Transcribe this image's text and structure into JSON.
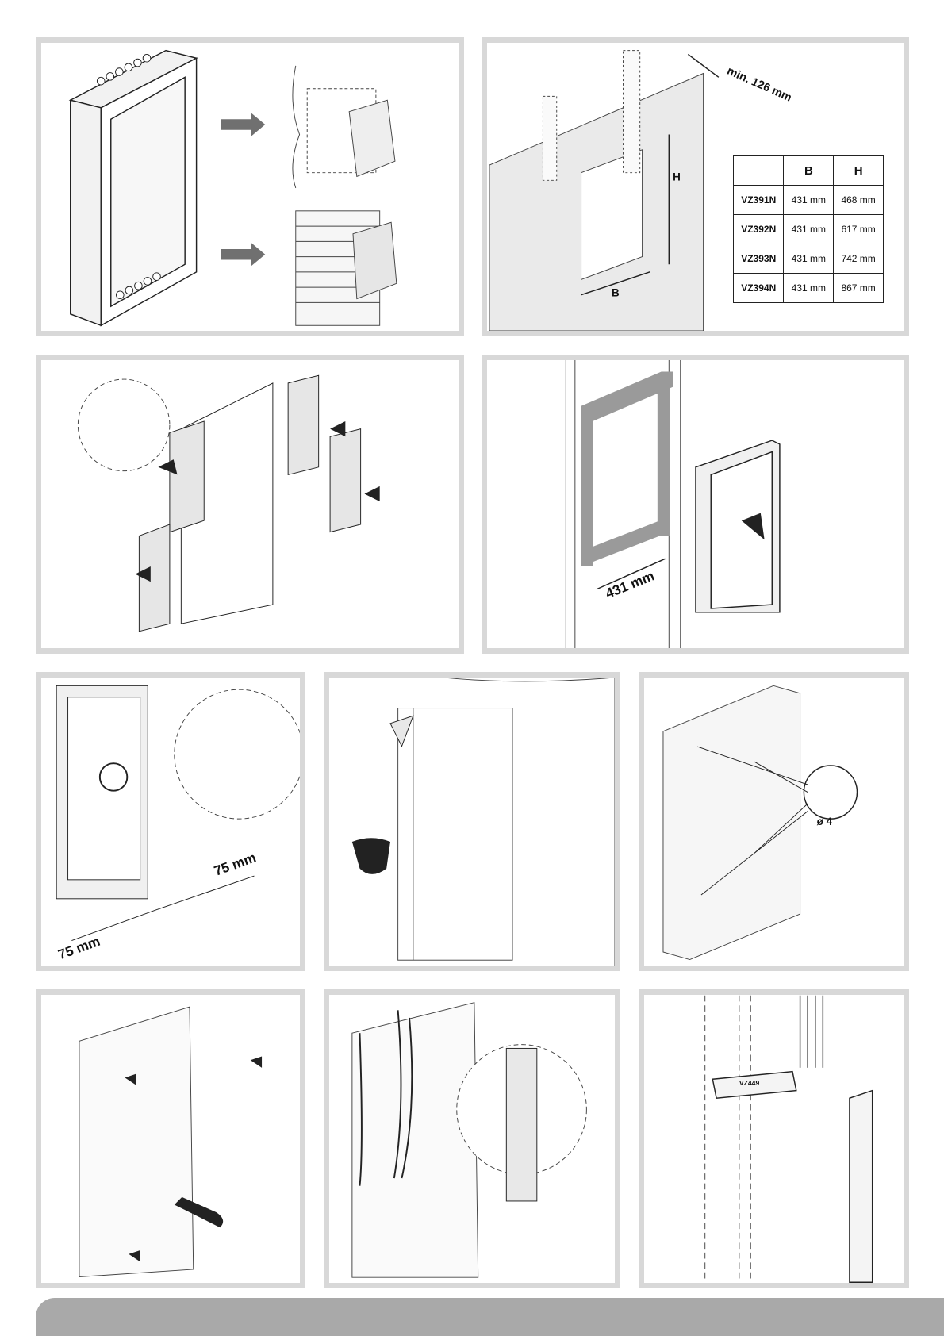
{
  "clearance": {
    "label": "min. 126 mm"
  },
  "cutout": {
    "height_label": "H",
    "width_label": "B"
  },
  "dimension_table": {
    "headers": [
      "",
      "B",
      "H"
    ],
    "rows": [
      {
        "model": "VZ391N",
        "b": "431 mm",
        "h": "468 mm"
      },
      {
        "model": "VZ392N",
        "b": "431 mm",
        "h": "617 mm"
      },
      {
        "model": "VZ393N",
        "b": "431 mm",
        "h": "742 mm"
      },
      {
        "model": "VZ394N",
        "b": "431 mm",
        "h": "867 mm"
      }
    ]
  },
  "frame": {
    "width_label": "431 mm"
  },
  "anchor_spacing": {
    "left_label": "75 mm",
    "right_label": "75 mm"
  },
  "drill": {
    "diameter_label": "ø 4"
  },
  "cartridge": {
    "label": "VZ449"
  },
  "colors": {
    "panel_border": "#d8d8d8",
    "footer": "#a9a9a9",
    "arrow": "#707070"
  }
}
